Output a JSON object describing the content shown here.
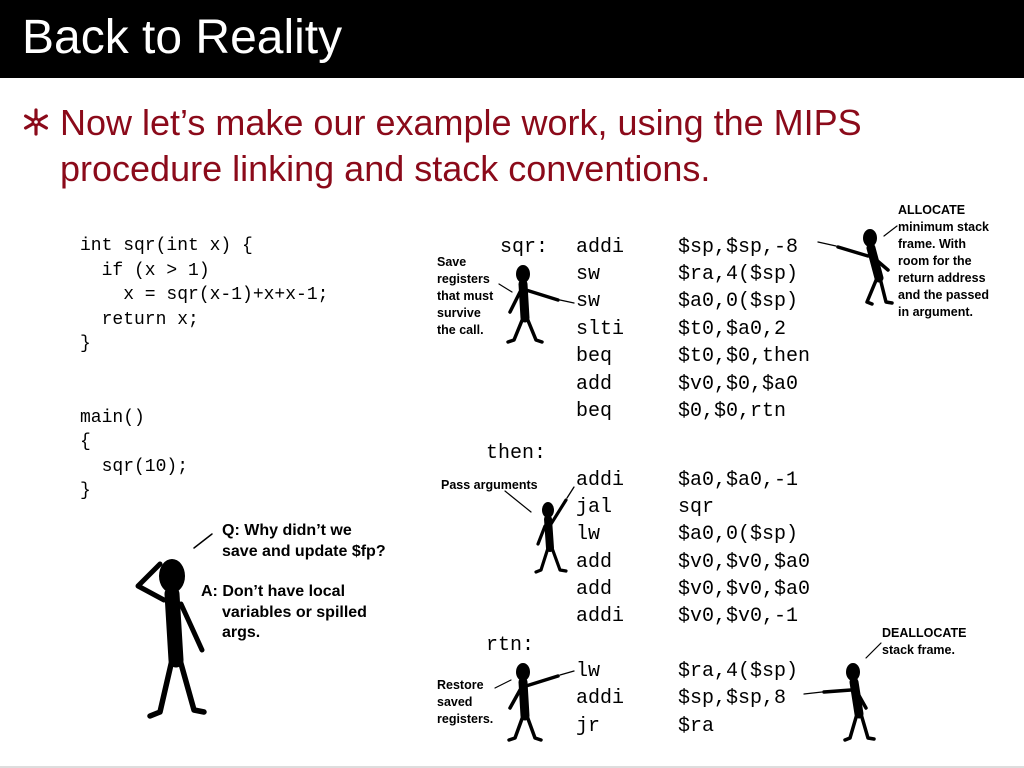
{
  "slide": {
    "title": "Back to Reality",
    "bullet": "Now let’s make our example work, using the MIPS procedure linking and stack conventions.",
    "bullet_icon": "asterisk-bullet-icon",
    "colors": {
      "title_bar": "#000000",
      "title_text": "#ffffff",
      "bullet_text": "#8b0a1a"
    }
  },
  "c_code": [
    "int sqr(int x) {",
    "  if (x > 1)",
    "    x = sqr(x-1)+x+x-1;",
    "  return x;",
    "}",
    "",
    "",
    "main()",
    "{",
    "  sqr(10);",
    "}"
  ],
  "asm": {
    "labels": {
      "sqr": "sqr:",
      "then": "then:",
      "rtn": "rtn:"
    },
    "lines": [
      {
        "op": "addi",
        "args": "$sp,$sp,-8"
      },
      {
        "op": "sw",
        "args": "$ra,4($sp)"
      },
      {
        "op": "sw",
        "args": "$a0,0($sp)"
      },
      {
        "op": "slti",
        "args": "$t0,$a0,2"
      },
      {
        "op": "beq",
        "args": "$t0,$0,then"
      },
      {
        "op": "add",
        "args": "$v0,$0,$a0"
      },
      {
        "op": "beq",
        "args": "$0,$0,rtn"
      },
      {
        "op": "addi",
        "args": "$a0,$a0,-1"
      },
      {
        "op": "jal",
        "args": "sqr"
      },
      {
        "op": "lw",
        "args": "$a0,0($sp)"
      },
      {
        "op": "add",
        "args": "$v0,$v0,$a0"
      },
      {
        "op": "add",
        "args": "$v0,$v0,$a0"
      },
      {
        "op": "addi",
        "args": "$v0,$v0,-1"
      },
      {
        "op": "lw",
        "args": "$ra,4($sp)"
      },
      {
        "op": "addi",
        "args": "$sp,$sp,8"
      },
      {
        "op": "jr",
        "args": "$ra"
      }
    ]
  },
  "annotations": {
    "allocate": [
      "ALLOCATE",
      "minimum stack",
      "frame. With",
      "room for the",
      "return address",
      "and the passed",
      "in argument."
    ],
    "save": [
      "Save",
      "registers",
      "that must",
      "survive",
      "the call."
    ],
    "pass": "Pass arguments",
    "deallocate": [
      "DEALLOCATE",
      "stack frame."
    ],
    "restore": [
      "Restore",
      "saved",
      "registers."
    ],
    "question": [
      "Q: Why didn’t we",
      "save and update $fp?"
    ],
    "answer": [
      "A: Don’t have local",
      "variables or spilled",
      "args."
    ]
  }
}
